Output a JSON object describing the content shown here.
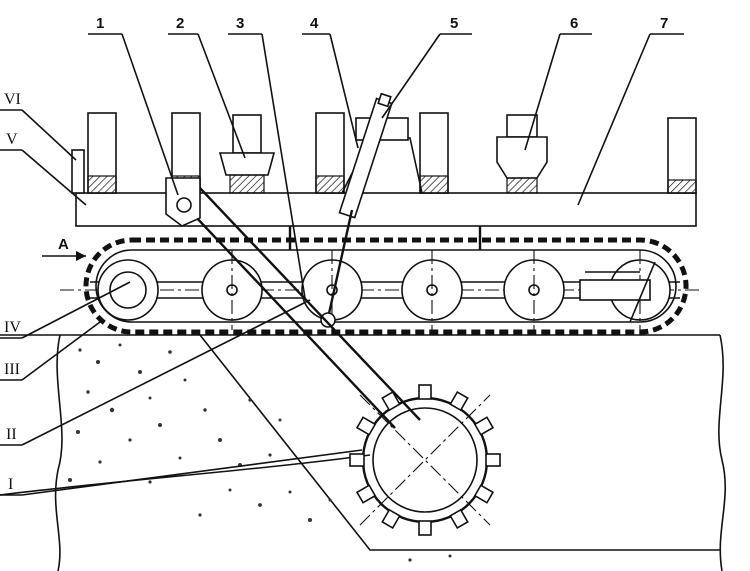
{
  "diagram": {
    "arrow_label": "A",
    "numbered_labels": [
      "1",
      "2",
      "3",
      "4",
      "5",
      "6",
      "7"
    ],
    "roman_labels": [
      "VI",
      "V",
      "IV",
      "III",
      "II",
      "I"
    ]
  }
}
